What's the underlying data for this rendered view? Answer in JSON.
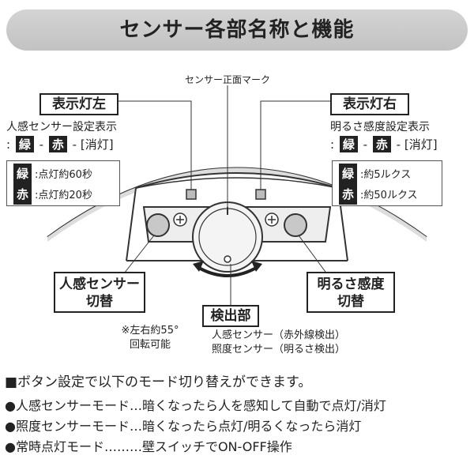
{
  "title": "センサー各部名称と機能",
  "front_mark_label": "センサー正面マーク",
  "left_lamp": {
    "heading": "表示灯左",
    "description": "人感センサー設定表示",
    "colon": ":",
    "chip_green": "緑",
    "chip_red": "赤",
    "dash": "-",
    "off_text": "[消灯]",
    "legend": [
      {
        "chip": "緑",
        "text": ":点灯約60秒"
      },
      {
        "chip": "赤",
        "text": ":点灯約20秒"
      }
    ]
  },
  "right_lamp": {
    "heading": "表示灯右",
    "description": "明るさ感度設定表示",
    "colon": ":",
    "chip_green": "緑",
    "chip_red": "赤",
    "dash": "-",
    "off_text": "[消灯]",
    "legend": [
      {
        "chip": "緑",
        "text": ":約5ルクス"
      },
      {
        "chip": "赤",
        "text": ":約50ルクス"
      }
    ]
  },
  "motion_switch": {
    "line1": "人感センサー",
    "line2": "切替"
  },
  "brightness_switch": {
    "line1": "明るさ感度",
    "line2": "切替"
  },
  "rotation_note": {
    "line1": "※左右約55°",
    "line2": "回転可能"
  },
  "detector": {
    "heading": "検出部",
    "line1": "人感センサー（赤外線検出）",
    "line2": "照度センサー（明るさ検出）"
  },
  "modes": {
    "intro": "■ボタン設定で以下のモード切り替えができます。",
    "items": [
      "●人感センサーモード…暗くなったら人を感知して自動で点灯/消灯",
      "●照度センサーモード…暗くなったら点灯/明るくなったら消灯",
      "●常時点灯モード………壁スイッチでON-OFF操作"
    ]
  }
}
